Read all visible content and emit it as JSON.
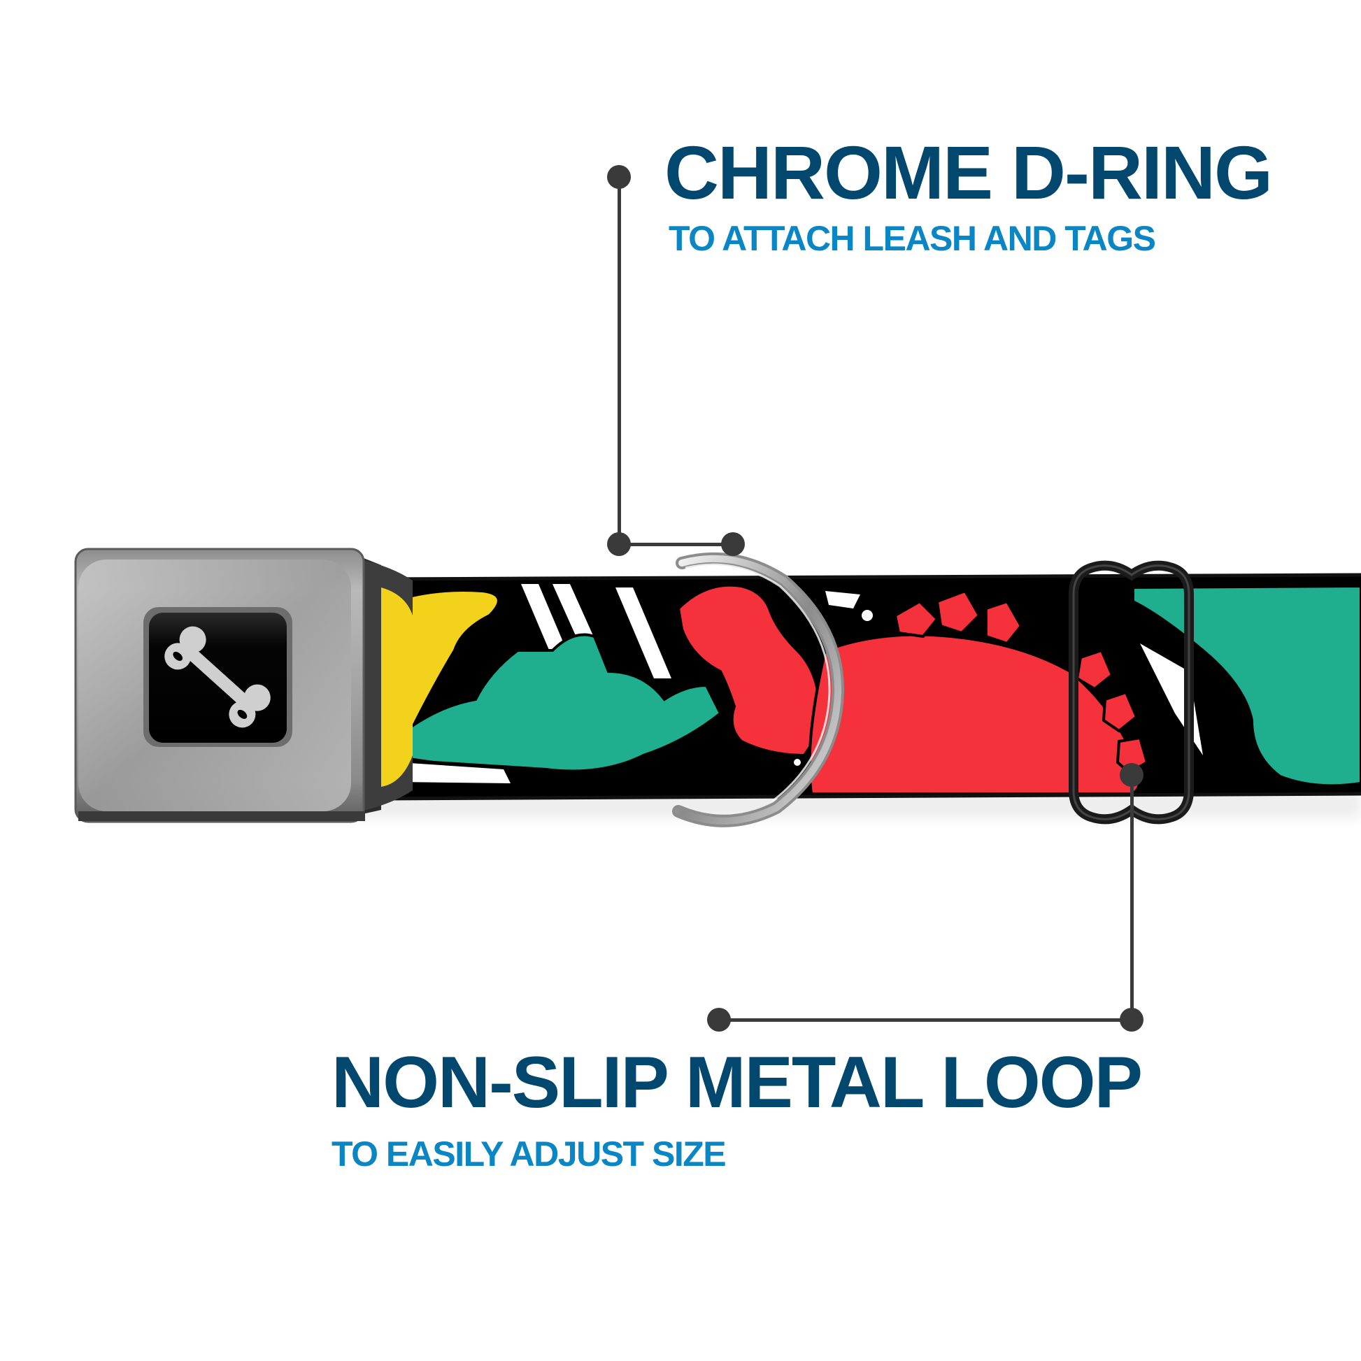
{
  "callouts": [
    {
      "id": "d-ring",
      "title": "CHROME D-RING",
      "subtitle": "TO ATTACH LEASH AND TAGS"
    },
    {
      "id": "metal-loop",
      "title": "NON-SLIP METAL LOOP",
      "subtitle": "TO EASILY ADJUST SIZE"
    }
  ],
  "product": {
    "buckle_logo_icon": "bone-icon",
    "strap_pattern": "dinosaurs",
    "pattern_colors": [
      "#f2d21a",
      "#1fae8e",
      "#f5313c",
      "#000000",
      "#ffffff"
    ]
  },
  "colors": {
    "title": "#01476e",
    "subtitle": "#0a86c4",
    "connector": "#3a3a3a",
    "background": "#ffffff"
  }
}
